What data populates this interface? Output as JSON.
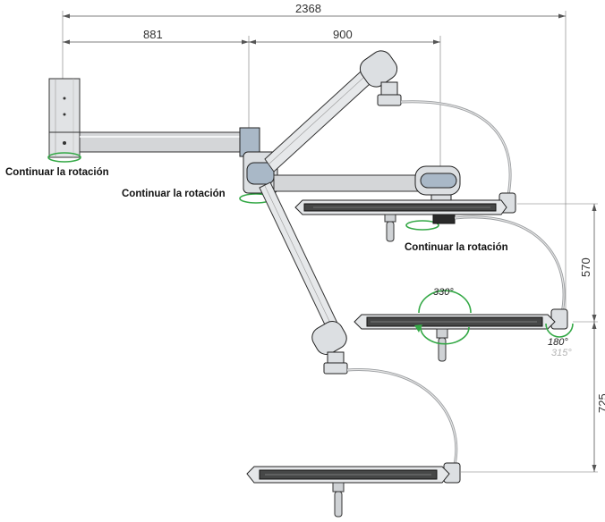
{
  "dimensions": {
    "overall_width": "2368",
    "left_arm_width": "881",
    "right_arm_width": "900",
    "upper_height": "570",
    "lower_height": "725"
  },
  "labels": {
    "rotation_post": "Continuar la rotación",
    "rotation_mid": "Continuar la rotación",
    "rotation_head": "Continuar la rotación"
  },
  "angles": {
    "head_rotation": "330°",
    "yoke_rotation": "180°",
    "yoke_rotation_hidden": "315°"
  },
  "colors": {
    "rotation_indicator": "#33a845",
    "joint_accent": "#a9b8c7"
  }
}
